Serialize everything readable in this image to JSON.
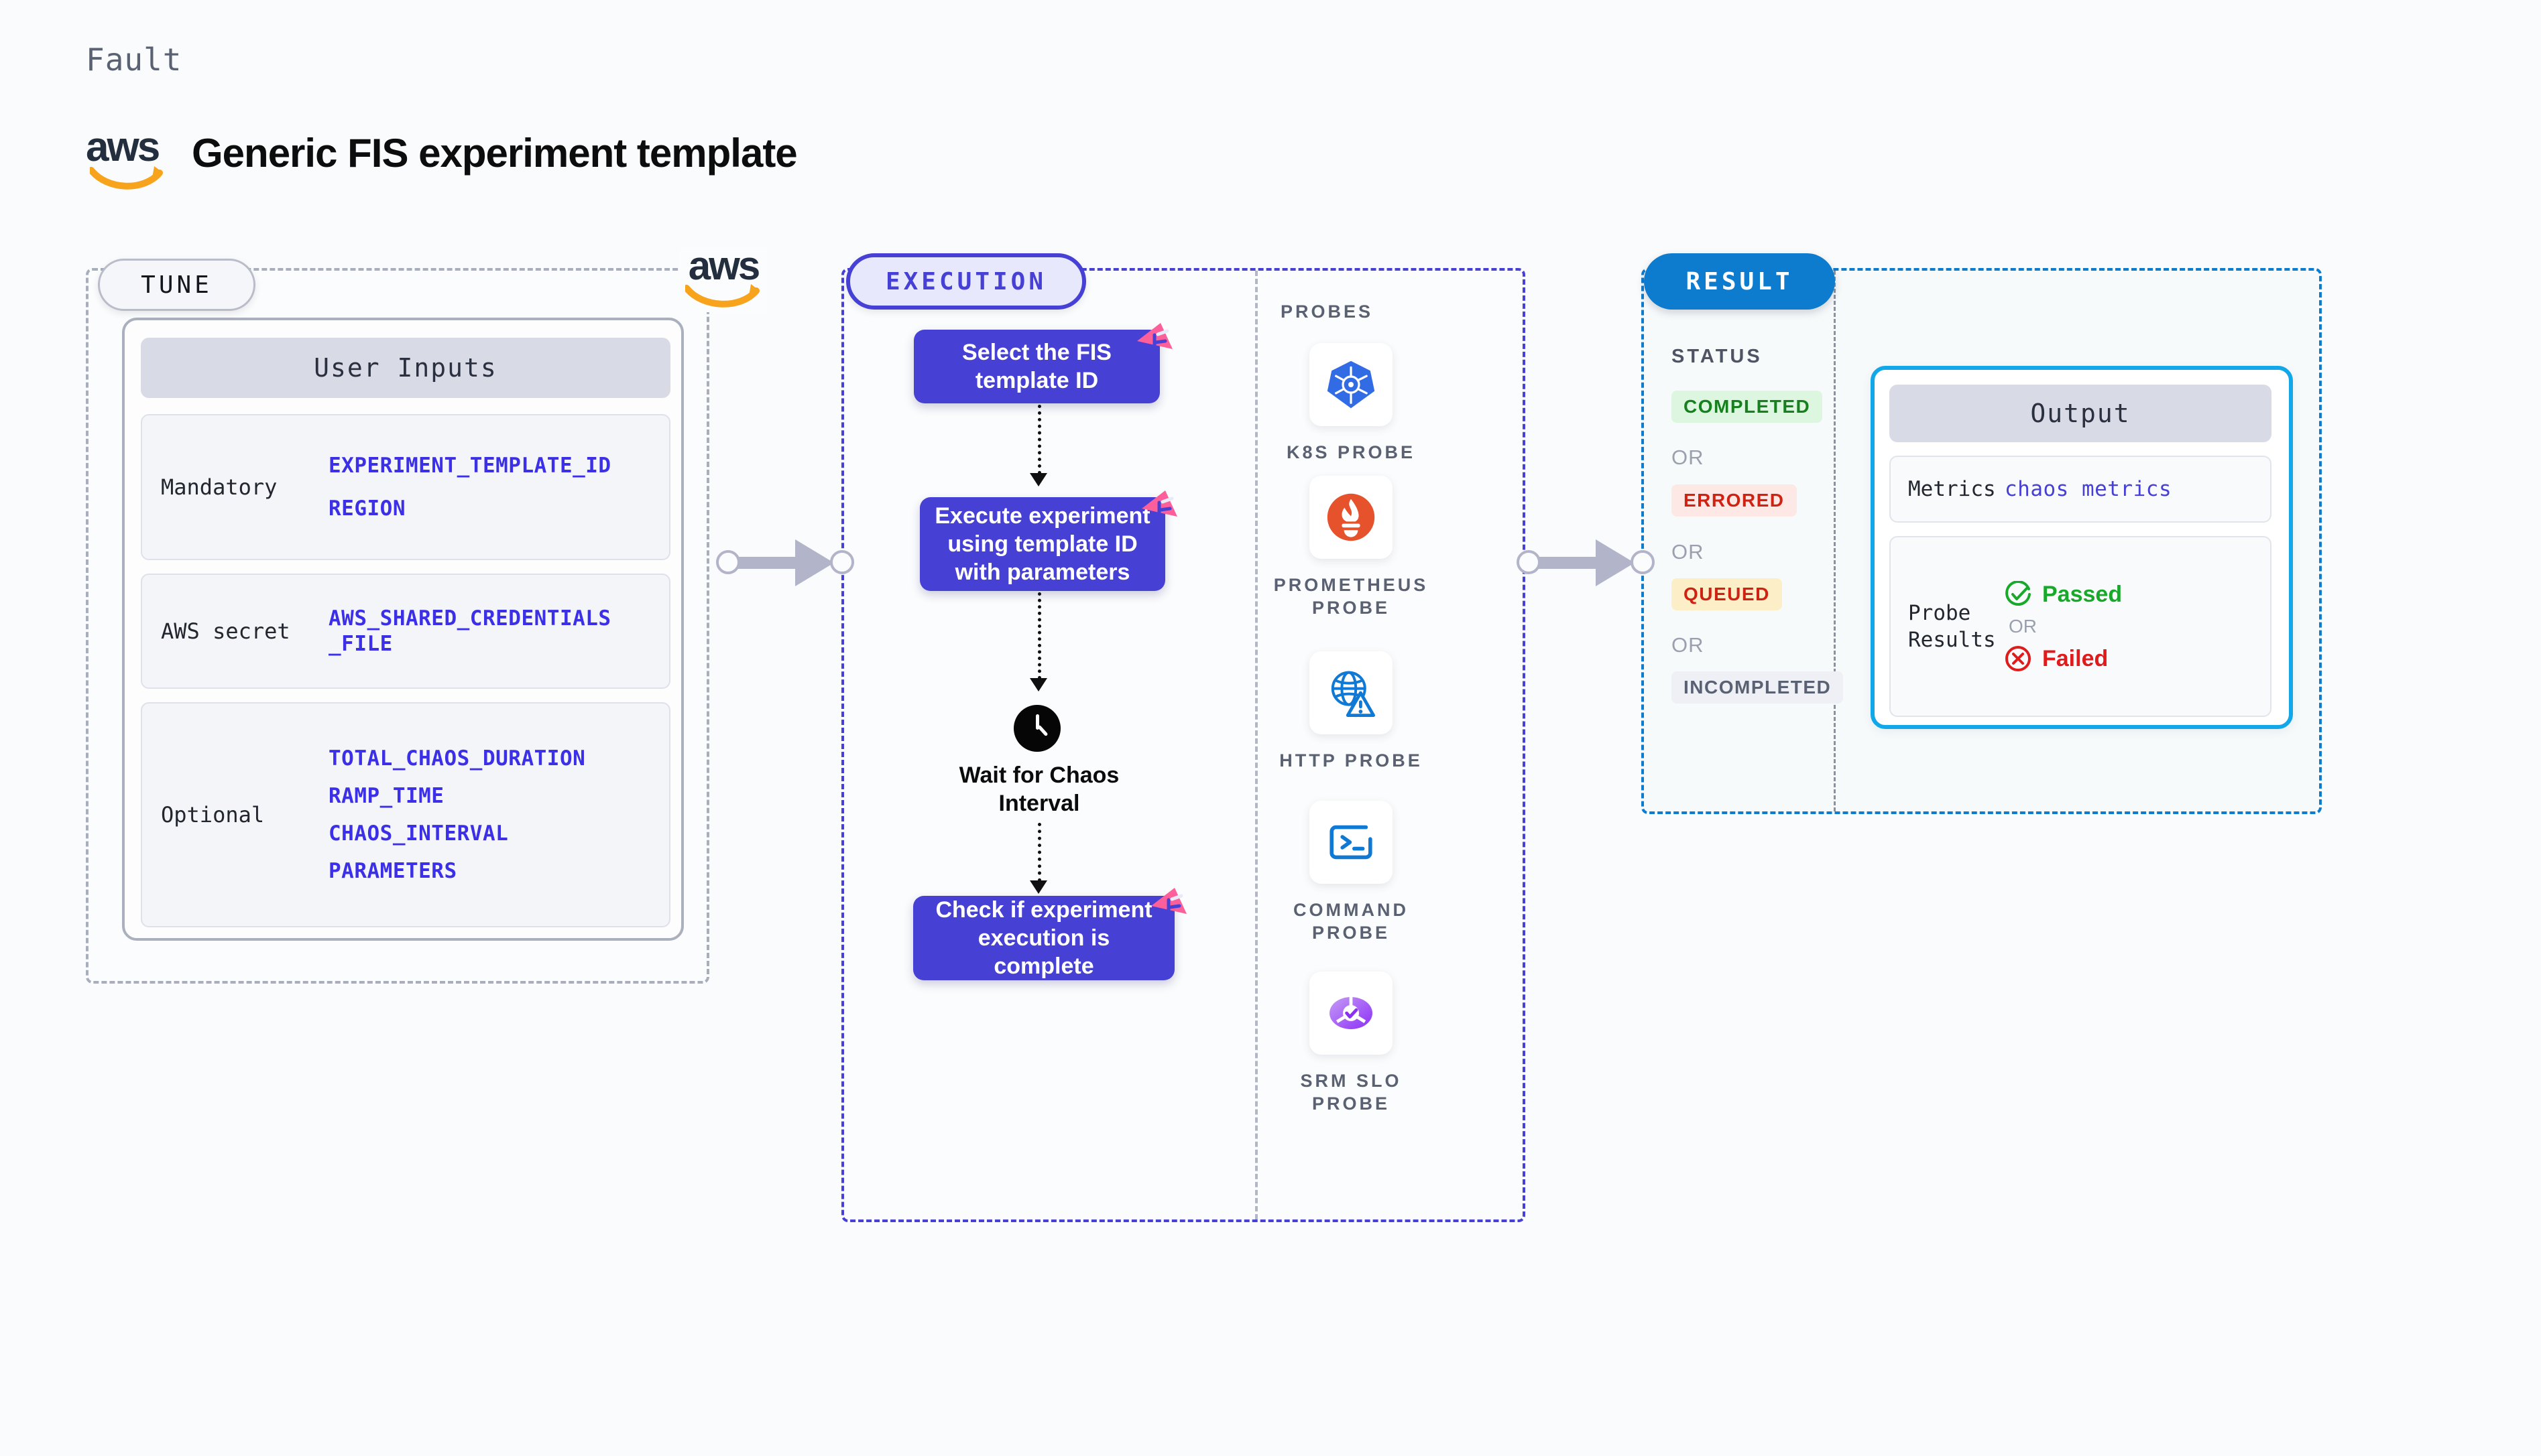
{
  "header": {
    "fault_word": "Fault",
    "title": "Generic FIS experiment template",
    "logo": "aws-logo"
  },
  "tune": {
    "pill_label": "TUNE",
    "aws_badge": "aws-logo",
    "card": {
      "title": "User Inputs",
      "rows": [
        {
          "label": "Mandatory",
          "values": [
            "EXPERIMENT_TEMPLATE_ID",
            "REGION"
          ]
        },
        {
          "label": "AWS secret",
          "values": [
            "AWS_SHARED_CREDENTIALS\n_FILE"
          ]
        },
        {
          "label": "Optional",
          "values": [
            "TOTAL_CHAOS_DURATION",
            "RAMP_TIME",
            "CHAOS_INTERVAL",
            "PARAMETERS"
          ]
        }
      ]
    }
  },
  "execution": {
    "pill_label": "EXECUTION",
    "steps": [
      {
        "label": "Select the FIS template ID",
        "kind": "box"
      },
      {
        "label": "Execute experiment using template ID with parameters",
        "kind": "box"
      },
      {
        "label": "Wait for Chaos Interval",
        "kind": "clock"
      },
      {
        "label": "Check if experiment execution is complete",
        "kind": "box"
      }
    ]
  },
  "probes": {
    "title": "PROBES",
    "items": [
      {
        "label": "K8S PROBE",
        "icon": "kubernetes-icon"
      },
      {
        "label": "PROMETHEUS PROBE",
        "icon": "prometheus-icon"
      },
      {
        "label": "HTTP PROBE",
        "icon": "http-globe-warning-icon"
      },
      {
        "label": "COMMAND PROBE",
        "icon": "terminal-icon"
      },
      {
        "label": "SRM SLO PROBE",
        "icon": "srm-slo-icon"
      }
    ]
  },
  "result": {
    "pill_label": "RESULT",
    "status_title": "STATUS",
    "or_label": "OR",
    "statuses": [
      {
        "label": "COMPLETED",
        "color": "#16801f",
        "bg": "#dcf6e0"
      },
      {
        "label": "ERRORED",
        "color": "#cf2212",
        "bg": "#fde8e6"
      },
      {
        "label": "QUEUED",
        "color": "#cf2212",
        "bg": "#fcefc8"
      },
      {
        "label": "INCOMPLETED",
        "color": "#5a6172",
        "bg": "#eff0f5"
      }
    ],
    "output": {
      "title": "Output",
      "metrics_label": "Metrics",
      "metrics_value": "chaos metrics",
      "probe_results_label": "Probe Results",
      "passed_label": "Passed",
      "failed_label": "Failed",
      "or_label": "OR"
    }
  },
  "colors": {
    "brand_purple": "#4740d4",
    "brand_blue": "#0d7bce",
    "cyan": "#12a7e8",
    "aws_orange": "#f7a31c",
    "pink": "#fc5f9a",
    "gray_dash": "#a9aebc"
  }
}
